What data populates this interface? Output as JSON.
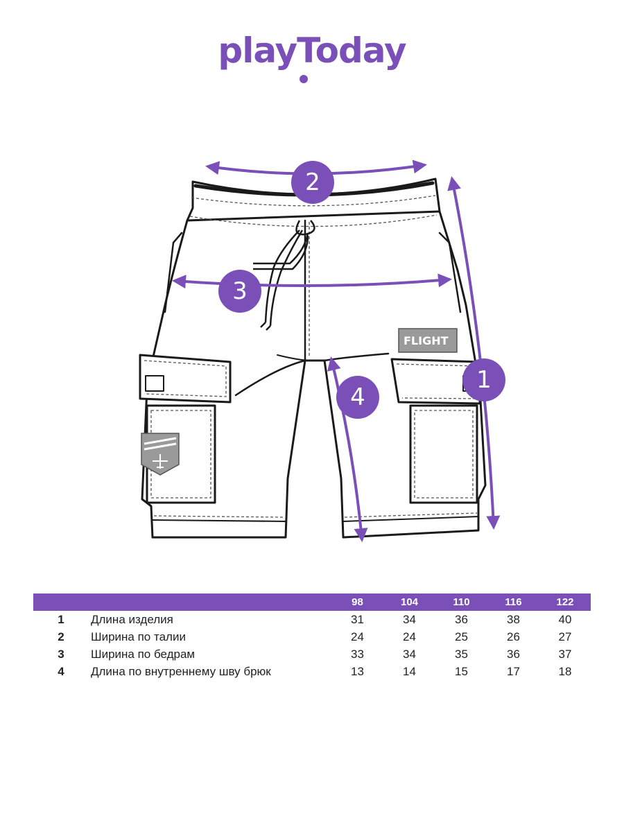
{
  "brand": {
    "logo_text": "playToday",
    "accent_color": "#7a50b8"
  },
  "diagram": {
    "patch_text": "FLIGHT",
    "markers": [
      "1",
      "2",
      "3",
      "4"
    ]
  },
  "size_table": {
    "sizes": [
      "98",
      "104",
      "110",
      "116",
      "122"
    ],
    "rows": [
      {
        "num": "1",
        "label": "Длина изделия",
        "values": [
          "31",
          "34",
          "36",
          "38",
          "40"
        ]
      },
      {
        "num": "2",
        "label": "Ширина по талии",
        "values": [
          "24",
          "24",
          "25",
          "26",
          "27"
        ]
      },
      {
        "num": "3",
        "label": "Ширина по бедрам",
        "values": [
          "33",
          "34",
          "35",
          "36",
          "37"
        ]
      },
      {
        "num": "4",
        "label": "Длина по внутреннему шву брюк",
        "values": [
          "13",
          "14",
          "15",
          "17",
          "18"
        ]
      }
    ]
  }
}
